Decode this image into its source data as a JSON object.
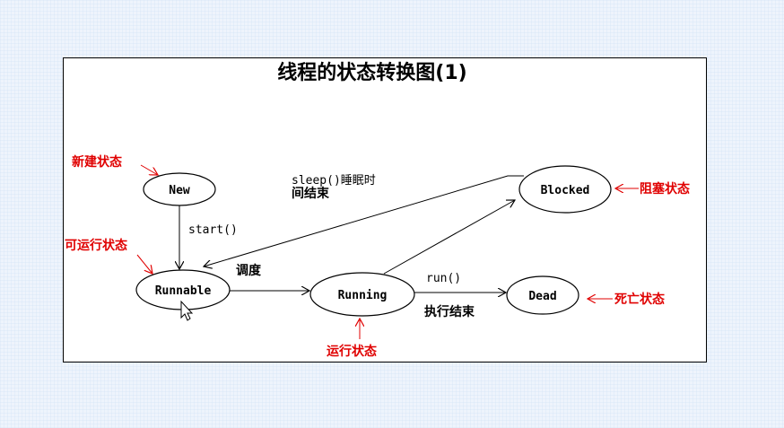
{
  "title": "线程的状态转换图(1)",
  "states": {
    "new": "New",
    "runnable": "Runnable",
    "running": "Running",
    "blocked": "Blocked",
    "dead": "Dead"
  },
  "edges": {
    "start": "start()",
    "sleep_line1": "sleep()睡眠时",
    "sleep_line2": "间结束",
    "schedule": "调度",
    "run": "run()",
    "finish": "执行结束"
  },
  "annotations": {
    "new": "新建状态",
    "runnable": "可运行状态",
    "running": "运行状态",
    "blocked": "阻塞状态",
    "dead": "死亡状态"
  },
  "colors": {
    "annotation": "#e00000",
    "line": "#000000",
    "background": "#eef4fc"
  },
  "icons": {
    "cursor": "mouse-pointer-icon"
  }
}
